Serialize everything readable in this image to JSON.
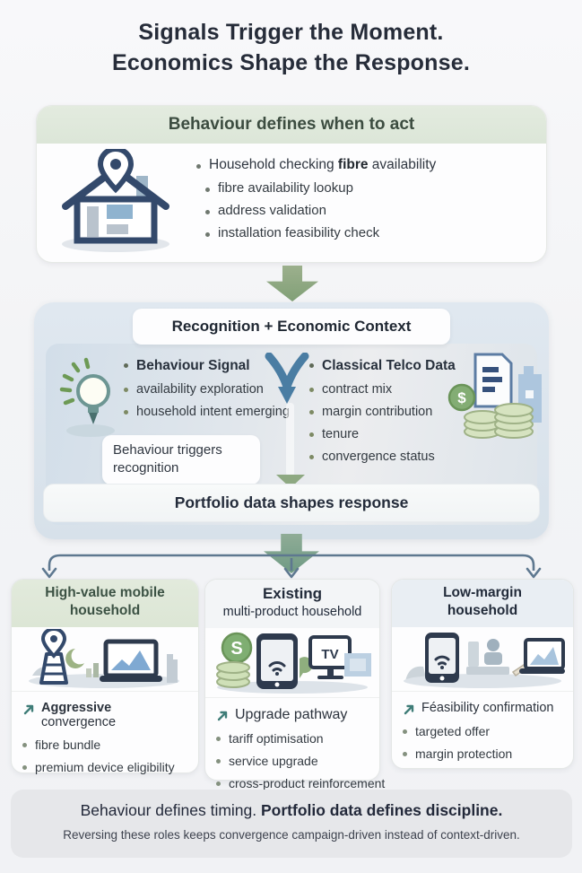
{
  "title": {
    "line1": "Signals Trigger the Moment.",
    "line2": "Economics Shape the Response."
  },
  "behaviour_box": {
    "header": "Behaviour defines when to act",
    "icon": "house-location-pin-icon",
    "lead_prefix": "Household checking ",
    "lead_bold": "fibre",
    "lead_suffix": " availability",
    "bullets": [
      "fibre availability lookup",
      "address validation",
      "installation feasibility check"
    ]
  },
  "recognition": {
    "header": "Recognition + Economic Context",
    "left": {
      "icon": "lightbulb-idea-icon",
      "title": "Behaviour Signal",
      "bullets": [
        "availability exploration",
        "household intent emerging"
      ]
    },
    "merge_icon": "merge-arrow-icon",
    "right": {
      "icon": "finance-documents-icon",
      "title": "Classical Telco Data",
      "bullets": [
        "contract mix",
        "margin contribution",
        "tenure",
        "convergence status"
      ]
    },
    "callout": "Behaviour triggers recognition",
    "bar": "Portfolio data shapes response"
  },
  "cards": [
    {
      "header_line1": "High-value mobile",
      "header_line2": "household",
      "icon": "coverage-pin-laptop-icon",
      "action_bold": "Aggressive",
      "action_rest": " convergence",
      "bullets": [
        "fibre bundle",
        "premium device eligibility"
      ]
    },
    {
      "header_line1": "Existing",
      "header_line2": "multi-product household",
      "icon": "money-phone-tv-icon",
      "action_bold": "",
      "action_rest": "Upgrade pathway",
      "bullets": [
        "tariff optimisation",
        "service upgrade",
        "cross-product reinforcement"
      ]
    },
    {
      "header_line1": "Low-margin",
      "header_line2": "household",
      "icon": "phone-desk-laptop-icon",
      "action_bold": "",
      "action_rest": "Féasibility confirmation",
      "bullets": [
        "targeted offer",
        "margin protection"
      ]
    }
  ],
  "footer": {
    "lead": "Behaviour defines timing. ",
    "bold": "Portfolio data defines discipline.",
    "subtext": "Reversing these roles keeps convergence campaign-driven instead of context-driven."
  },
  "colors": {
    "page_bg": "#f3f4f6",
    "heading_text": "#262c39",
    "green_header_bg": "#e0e8dc",
    "green_header_text": "#3c4c40",
    "panel_bg": "#dbe4ed",
    "arrow_green": "#8ba57e",
    "arrow_teal_green": "#7da28e",
    "branch_line": "#5e7890",
    "navy": "#2e3a4d",
    "accent_teal": "#3f7d78",
    "footer_bg": "#e6e7ea"
  }
}
